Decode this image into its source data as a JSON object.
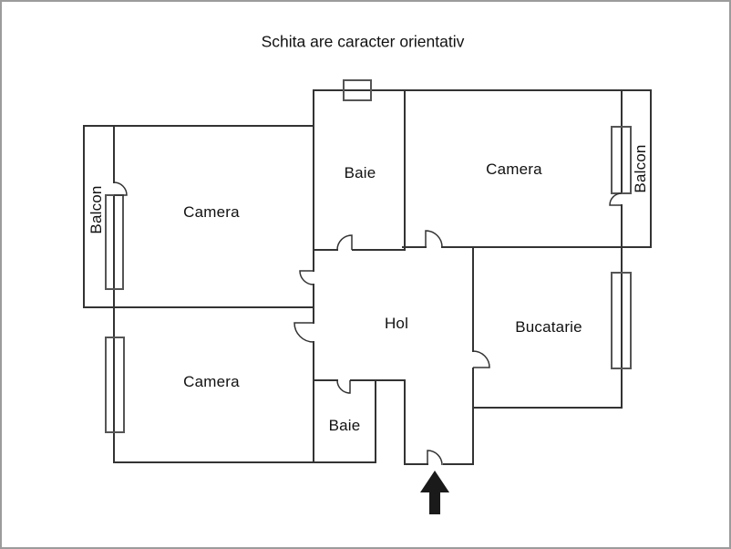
{
  "title": "Schita are caracter orientativ",
  "rooms": {
    "camera_top_left": "Camera",
    "baie_top": "Baie",
    "camera_top_right": "Camera",
    "balcon_left": "Balcon",
    "balcon_right": "Balcon",
    "hol": "Hol",
    "bucatarie": "Bucatarie",
    "camera_bottom_left": "Camera",
    "baie_bottom": "Baie"
  },
  "icons": {
    "entrance_arrow": "up-arrow"
  },
  "colors": {
    "wall": "#333333",
    "window_frame": "#555555",
    "arrow": "#1a1a1a",
    "page_border": "#9c9c9c",
    "background": "#ffffff"
  }
}
